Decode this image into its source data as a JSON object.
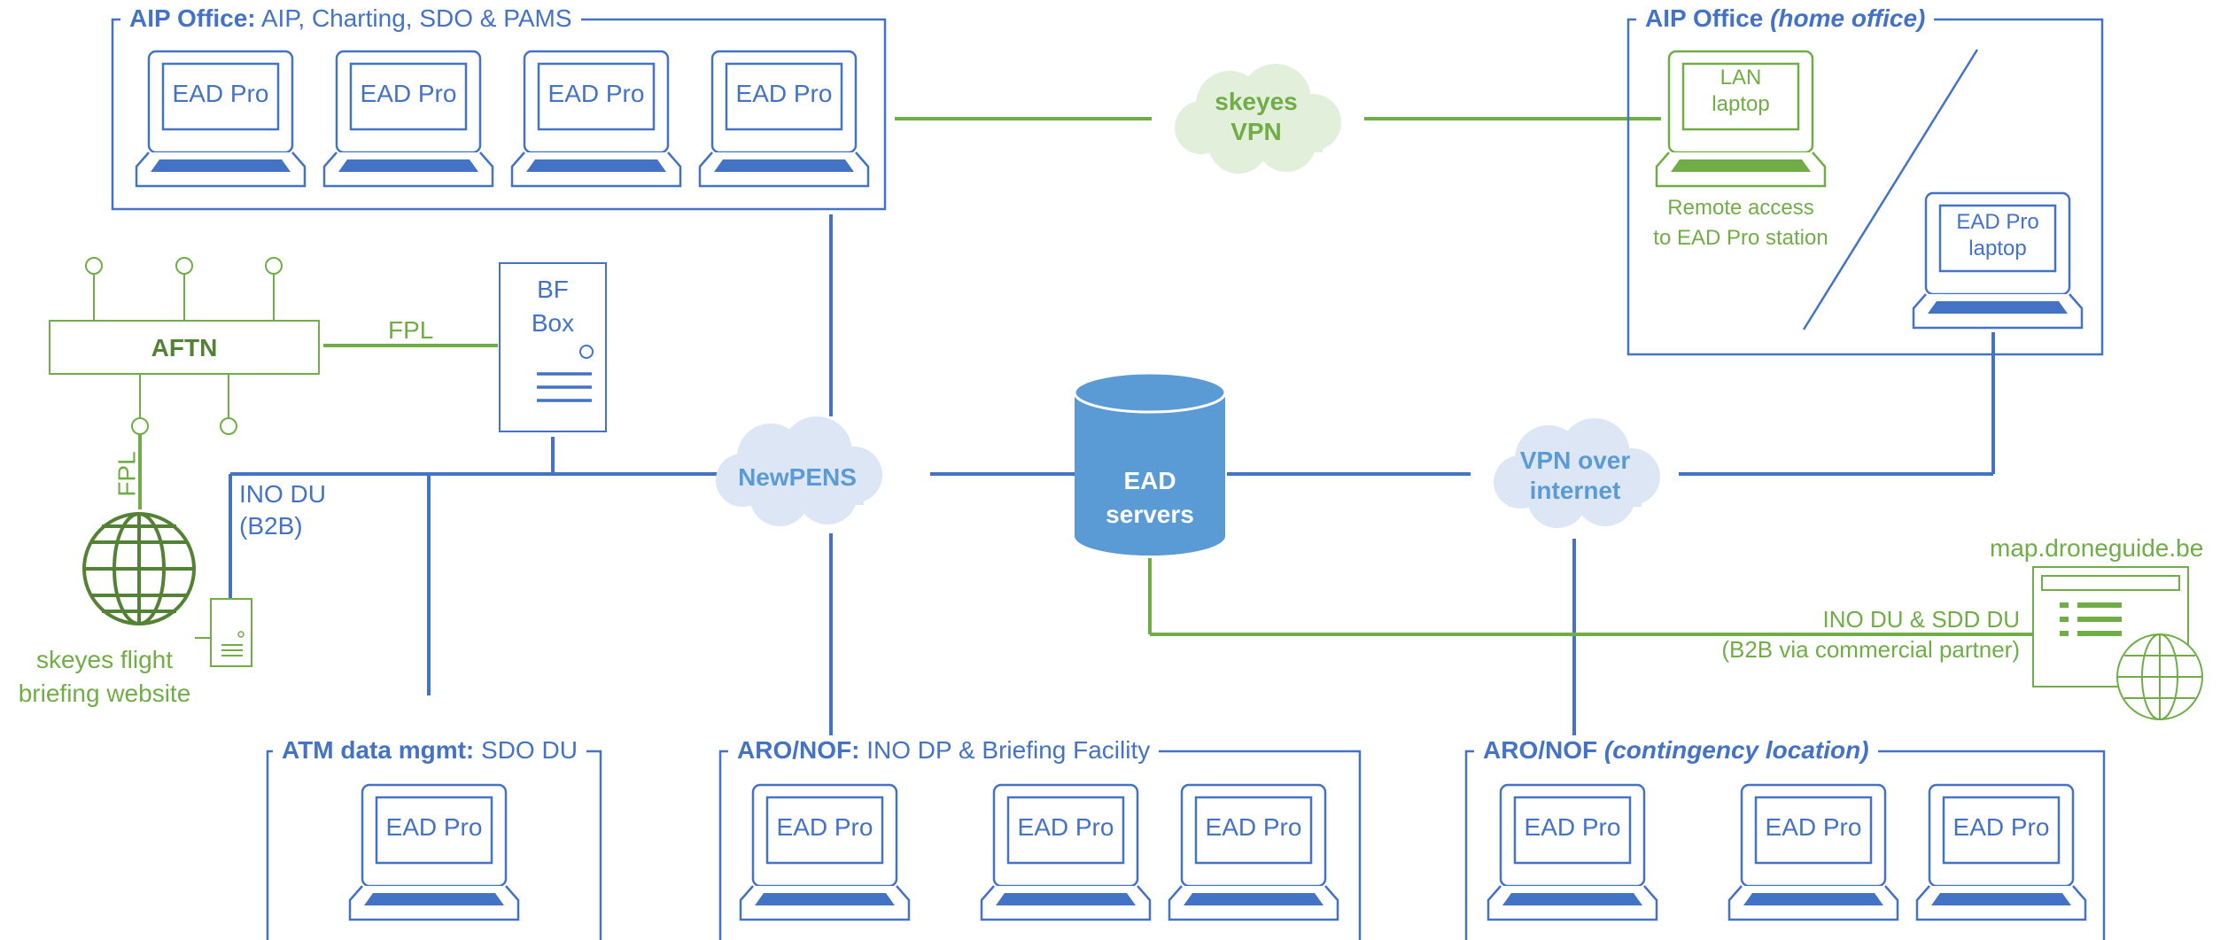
{
  "colors": {
    "blue": "#4472c4",
    "green": "#70ad47",
    "cloud_blue": "#dce6f4",
    "cloud_green": "#e2efda",
    "db_fill": "#5b9bd5",
    "aftn_green": "#548235"
  },
  "ead_label": "EAD Pro",
  "groups": {
    "aip_office": {
      "title_bold": "AIP Office:",
      "title_rest": " AIP, Charting, SDO & PAMS"
    },
    "aip_home": {
      "title_bold": "AIP Office",
      "title_ital": "(home office)"
    },
    "atm": {
      "title_bold": "ATM data mgmt:",
      "title_rest": " SDO DU"
    },
    "aro_nof": {
      "title_bold": "ARO/NOF:",
      "title_rest": " INO DP & Briefing Facility"
    },
    "aro_cont": {
      "title_bold": "ARO/NOF",
      "title_ital": "(contingency location)"
    }
  },
  "clouds": {
    "skeyes_vpn": [
      "skeyes",
      "VPN"
    ],
    "newpens": "NewPENS",
    "vpn_internet": [
      "VPN over",
      "internet"
    ]
  },
  "database": [
    "EAD",
    "servers"
  ],
  "home": {
    "lan_laptop": [
      "LAN",
      "laptop"
    ],
    "remote_access": [
      "Remote access",
      "to EAD Pro station"
    ],
    "ead_laptop": [
      "EAD Pro",
      "laptop"
    ]
  },
  "aftn": {
    "label": "AFTN",
    "fpl_horizontal": "FPL",
    "fpl_vertical": "FPL"
  },
  "bf_box": [
    "BF",
    "Box"
  ],
  "ino_du": [
    "INO DU",
    "(B2B)"
  ],
  "skeyes_website": [
    "skeyes flight",
    "briefing website"
  ],
  "droneguide": {
    "url": "map.droneguide.be",
    "link_label": [
      "INO DU & SDD DU",
      "(B2B via commercial partner)"
    ]
  },
  "icons": [
    "laptop-icon",
    "cloud-icon",
    "database-icon",
    "server-icon",
    "globe-icon",
    "browser-window-icon",
    "antenna-icon"
  ]
}
